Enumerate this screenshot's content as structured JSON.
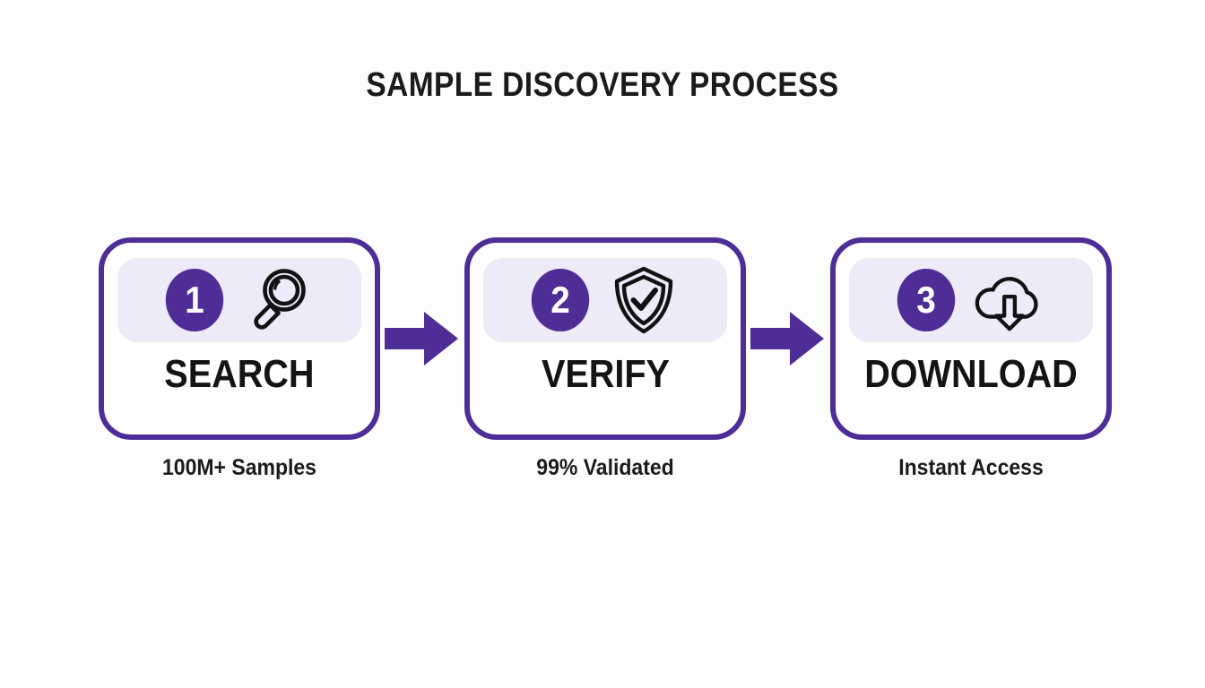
{
  "title": "SAMPLE DISCOVERY PROCESS",
  "colors": {
    "brand_purple": "#4F2D97",
    "pill_lavender": "#ECEBF7",
    "card_fill": "#FFFFFF",
    "text_dark": "#141414",
    "background": "#FDFDFE",
    "icon_stroke": "#121212"
  },
  "steps": [
    {
      "number": "1",
      "label": "SEARCH",
      "caption": "100M+ Samples",
      "icon": "magnifying-glass-icon"
    },
    {
      "number": "2",
      "label": "VERIFY",
      "caption": "99% Validated",
      "icon": "shield-check-icon"
    },
    {
      "number": "3",
      "label": "DOWNLOAD",
      "caption": "Instant Access",
      "icon": "cloud-download-icon"
    }
  ],
  "connectors": [
    {
      "name": "arrow-right-icon"
    },
    {
      "name": "arrow-right-icon"
    }
  ]
}
